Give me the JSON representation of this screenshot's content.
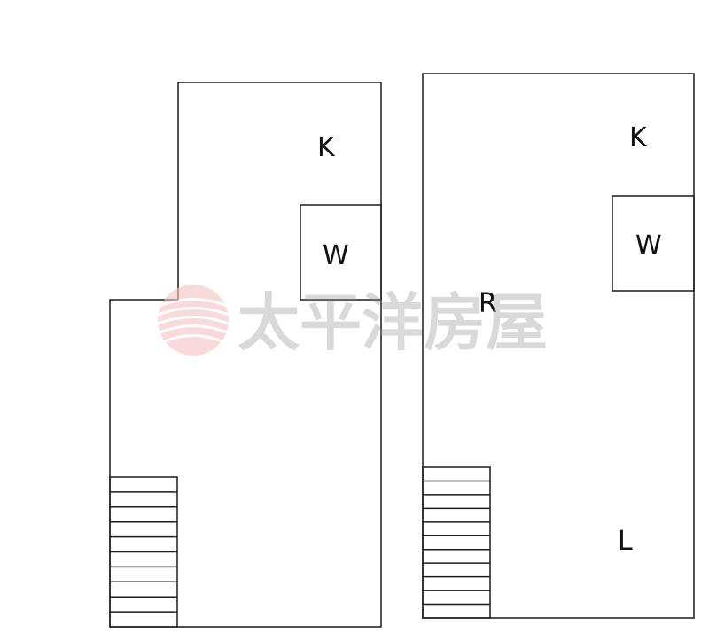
{
  "watermark": {
    "text": "太平洋房屋",
    "logo_icon": "sphere-wave-logo-icon",
    "logo_color": "#f0a0a0",
    "text_color": "#8c8c8c"
  },
  "floors": [
    {
      "labels": {
        "kitchen": "K",
        "washroom": "W"
      },
      "stair_steps": 10
    },
    {
      "labels": {
        "kitchen": "K",
        "washroom": "W",
        "room": "R",
        "living": "L"
      },
      "stair_steps": 11
    }
  ],
  "colors": {
    "line": "#1a1a1a",
    "background": "#ffffff"
  }
}
